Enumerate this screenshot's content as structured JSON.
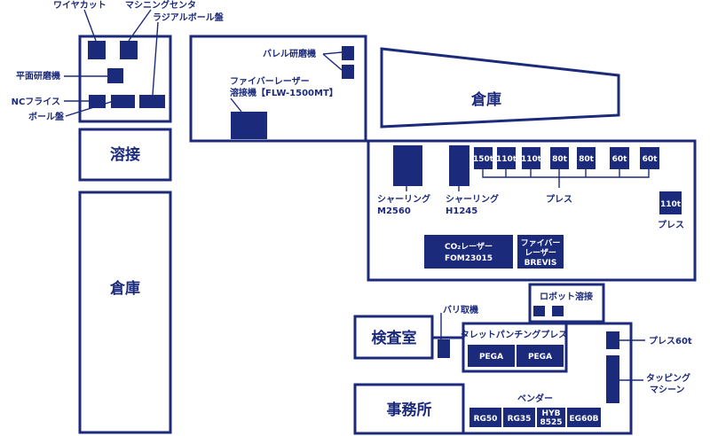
{
  "colors": {
    "navy": "#1c2a7c",
    "white": "#ffffff"
  },
  "rooms": {
    "welding": "溶接",
    "warehouse_left": "倉庫",
    "warehouse_top": "倉庫",
    "inspection": "検査室",
    "office": "事務所"
  },
  "machines": {
    "wire_cut": "ワイヤカット",
    "machining_center": "マシニングセンタ",
    "radial_drill": "ラジアルボール盤",
    "surface_grinder": "平面研磨機",
    "nc_mill": "NCフライス",
    "drill_press": "ボール盤",
    "barrel_polisher": "バレル研磨機",
    "fiber_welder_line1": "ファイバーレーザー",
    "fiber_welder_line2": "溶接機【FLW-1500MT】",
    "shear1_line1": "シャーリング",
    "shear1_line2": "M2560",
    "shear2_line1": "シャーリング",
    "shear2_line2": "H1245",
    "press_tonnages": [
      "150t",
      "110t",
      "110t",
      "80t",
      "80t",
      "60t",
      "60t"
    ],
    "press_label": "プレス",
    "press_right_tonnage": "110t",
    "press_right_label": "プレス",
    "co2_laser_line1": "CO₂レーザー",
    "co2_laser_line2": "FOM23015",
    "fiber_laser_line1": "ファイバー",
    "fiber_laser_line2": "レーザー",
    "fiber_laser_line3": "BREVIS",
    "robot_welding": "ロボット溶接",
    "deburring": "バリ取機",
    "turret_punch": "タレットパンチングプレス",
    "pega1": "PEGA",
    "pega2": "PEGA",
    "press60": "プレス60t",
    "tapping_line1": "タッピング",
    "tapping_line2": "マシーン",
    "bender": "ベンダー",
    "benders": [
      "RG50",
      "RG35",
      "HYB",
      "EG60B"
    ],
    "bender_hyb_line2": "8525"
  }
}
